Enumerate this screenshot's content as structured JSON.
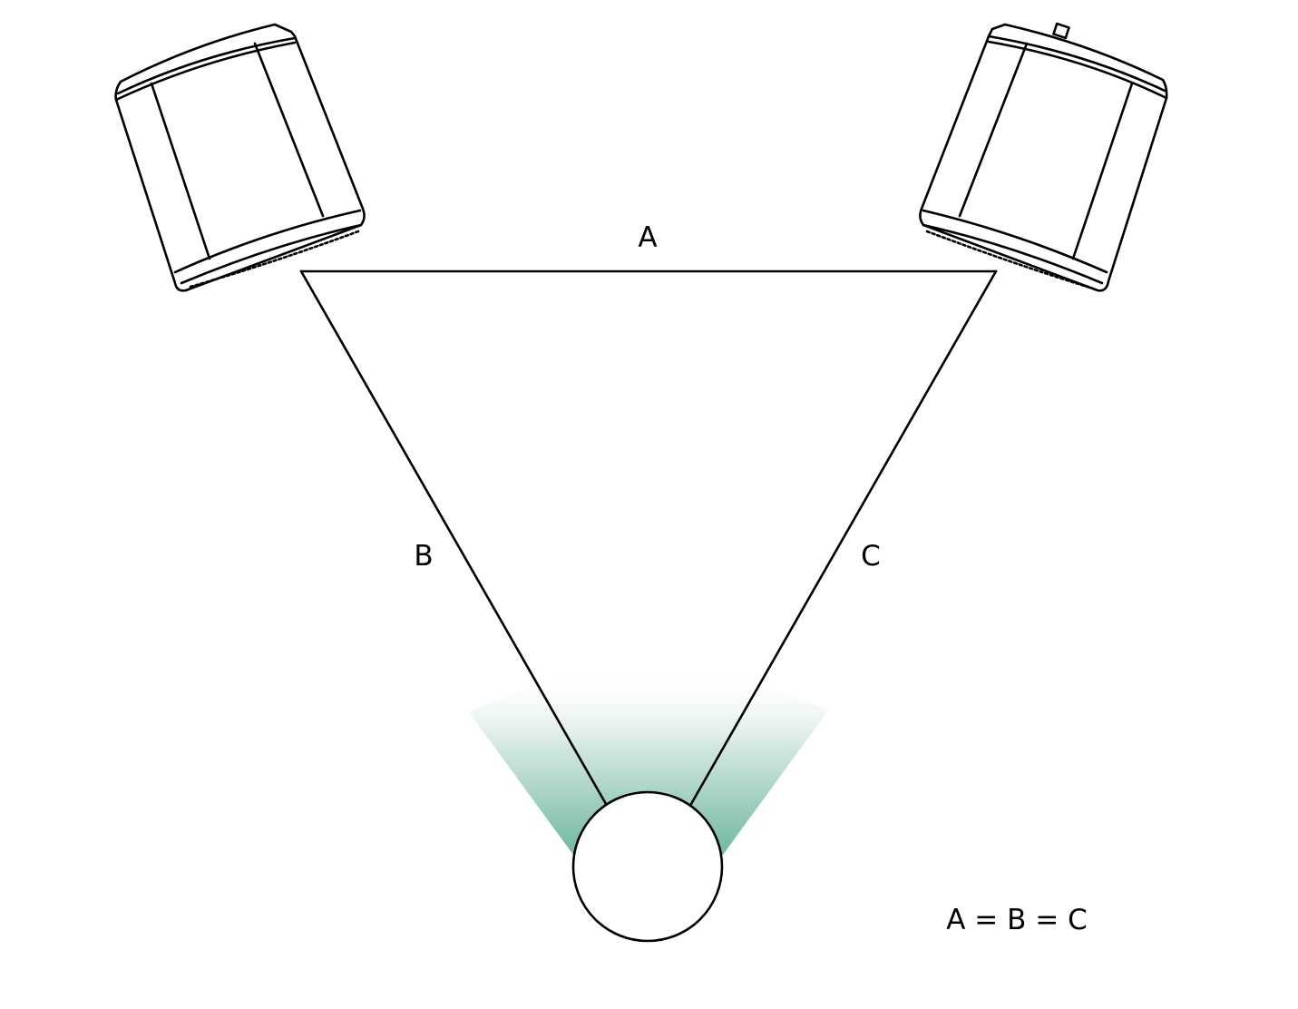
{
  "labels": {
    "a": "A",
    "b": "B",
    "c": "C"
  },
  "equation": "A = B = C",
  "colors": {
    "fan": "#6fb89d",
    "line": "#000000"
  }
}
